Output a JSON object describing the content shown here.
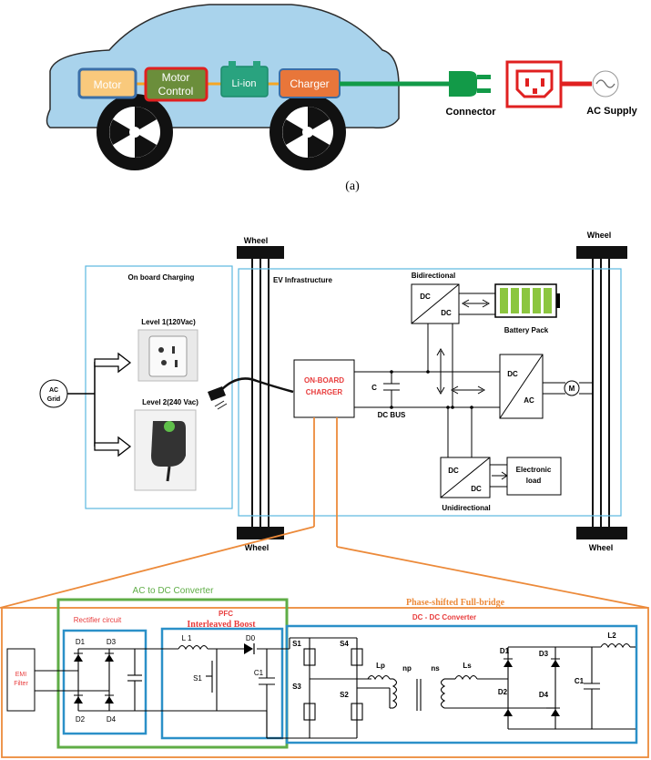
{
  "part_a": {
    "motor": "Motor",
    "motor_control_line1": "Motor",
    "motor_control_line2": "Control",
    "battery": "Li-ion",
    "charger": "Charger",
    "connector": "Connector",
    "ac_supply": "AC Supply",
    "caption": "(a)"
  },
  "part_b": {
    "wheel_top_left": "Wheel",
    "wheel_top_right": "Wheel",
    "wheel_bottom_left": "Wheel",
    "wheel_bottom_right": "Wheel",
    "onboard_charging": "On board Charging",
    "ev_infrastructure": "EV Infrastructure",
    "level1": "Level 1(120Vac)",
    "level2": "Level 2(240 Vac)",
    "ac_grid_line1": "AC",
    "ac_grid_line2": "Grid",
    "onboard_charger_line1": "ON-BOARD",
    "onboard_charger_line2": "CHARGER",
    "capacitor": "C",
    "dc_bus": "DC BUS",
    "bidirectional": "Bidirectional",
    "battery_pack": "Battery Pack",
    "dc_dc_top": "DC",
    "dc_dc_bottom": "DC",
    "inverter_top": "DC",
    "inverter_bottom": "AC",
    "motor_symbol": "M",
    "uni_dc_top": "DC",
    "uni_dc_bottom": "DC",
    "electronic_load_line1": "Electronic",
    "electronic_load_line2": "load",
    "unidirectional": "Unidirectional"
  },
  "part_c": {
    "ac_to_dc": "AC to DC Converter",
    "phase_shifted": "Phase-shifted Full-bridge",
    "rectifier": "Rectifier circuit",
    "pfc": "PFC",
    "interleaved_boost": "Interleaved  Boost",
    "dc_dc_converter": "DC - DC Converter",
    "emi_line1": "EMI",
    "emi_line2": "Filter",
    "d1": "D1",
    "d2": "D2",
    "d3": "D3",
    "d4": "D4",
    "l1": "L 1",
    "d0": "D0",
    "s1": "S1",
    "c1": "C1",
    "fb_s1": "S1",
    "fb_s2": "S2",
    "fb_s3": "S3",
    "fb_s4": "S4",
    "lp": "Lp",
    "np": "np",
    "ns": "ns",
    "ls": "Ls",
    "out_d1": "D1",
    "out_d2": "D2",
    "out_d3": "D3",
    "out_d4": "D4",
    "l2": "L2",
    "out_c1": "C1"
  },
  "colors": {
    "car_body": "#a9d3ec",
    "motor_fill": "#f9c97c",
    "motor_control_fill": "#6b8e3b",
    "battery_fill": "#29a37f",
    "charger_fill": "#e8763a",
    "cable_green": "#129a48",
    "ac_red": "#e02020",
    "text_red": "#e83c3c",
    "blue_box": "#2b90c8",
    "green_box": "#5fad46",
    "orange": "#ec8a3a"
  }
}
